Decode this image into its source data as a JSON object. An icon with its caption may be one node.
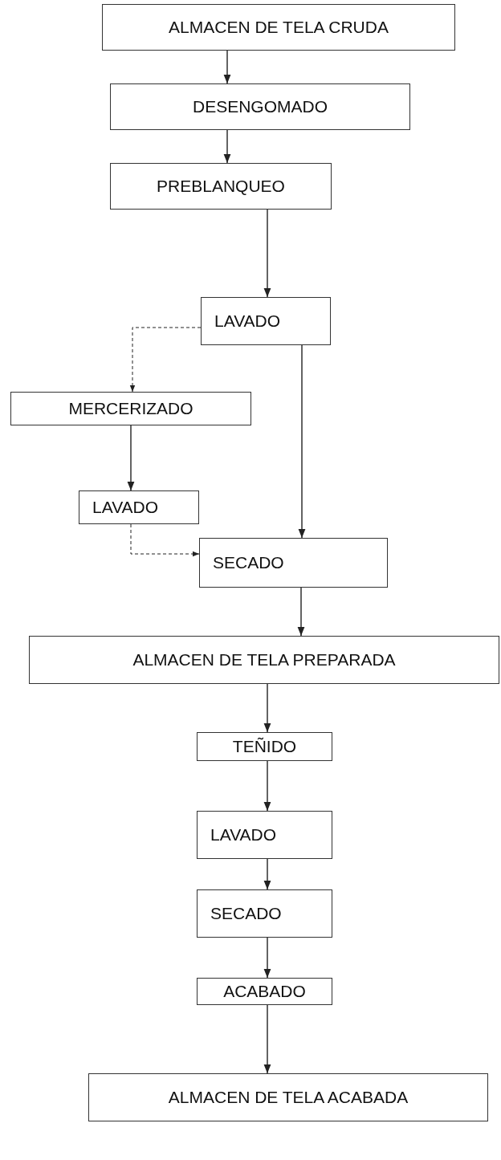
{
  "diagram": {
    "nodes": [
      {
        "text": [
          "ALMACEN DE TELA CRUDA"
        ]
      },
      {
        "text": [
          "DESENGOMADO"
        ]
      },
      {
        "text": [
          "PREBLANQUEO"
        ]
      },
      {
        "text": [
          "LAVADO"
        ]
      },
      {
        "text": [
          "MERCERIZADO"
        ]
      },
      {
        "text": [
          "LAVADO"
        ]
      },
      {
        "text": [
          "SECADO"
        ]
      },
      {
        "text": [
          "ALMACEN DE TELA PREPARADA"
        ]
      },
      {
        "text": [
          "TEÑIDO"
        ]
      },
      {
        "text": [
          "LAVADO"
        ]
      },
      {
        "text": [
          "SECADO"
        ]
      },
      {
        "text": [
          "ACABADO"
        ]
      },
      {
        "text": [
          "ALMACEN DE TELA ACABADA"
        ]
      }
    ],
    "edges": [
      {
        "from": 0,
        "to": 1,
        "arrow": "to"
      },
      {
        "from": 1,
        "to": 2,
        "arrow": "to"
      },
      {
        "from": 2,
        "to": 3,
        "arrow": "to"
      },
      {
        "from": 3,
        "to": 4,
        "arrow": "to",
        "style": "dashed"
      },
      {
        "from": 3,
        "to": 6,
        "arrow": "to"
      },
      {
        "from": 4,
        "to": 5,
        "arrow": "to"
      },
      {
        "from": 5,
        "to": 6,
        "arrow": "to",
        "style": "dashed"
      },
      {
        "from": 6,
        "to": 7,
        "arrow": "to"
      },
      {
        "from": 7,
        "to": 8,
        "arrow": "to"
      },
      {
        "from": 8,
        "to": 9,
        "arrow": "to"
      },
      {
        "from": 9,
        "to": 10,
        "arrow": "to"
      },
      {
        "from": 10,
        "to": 11,
        "arrow": "to"
      },
      {
        "from": 11,
        "to": 12,
        "arrow": "to"
      }
    ]
  }
}
